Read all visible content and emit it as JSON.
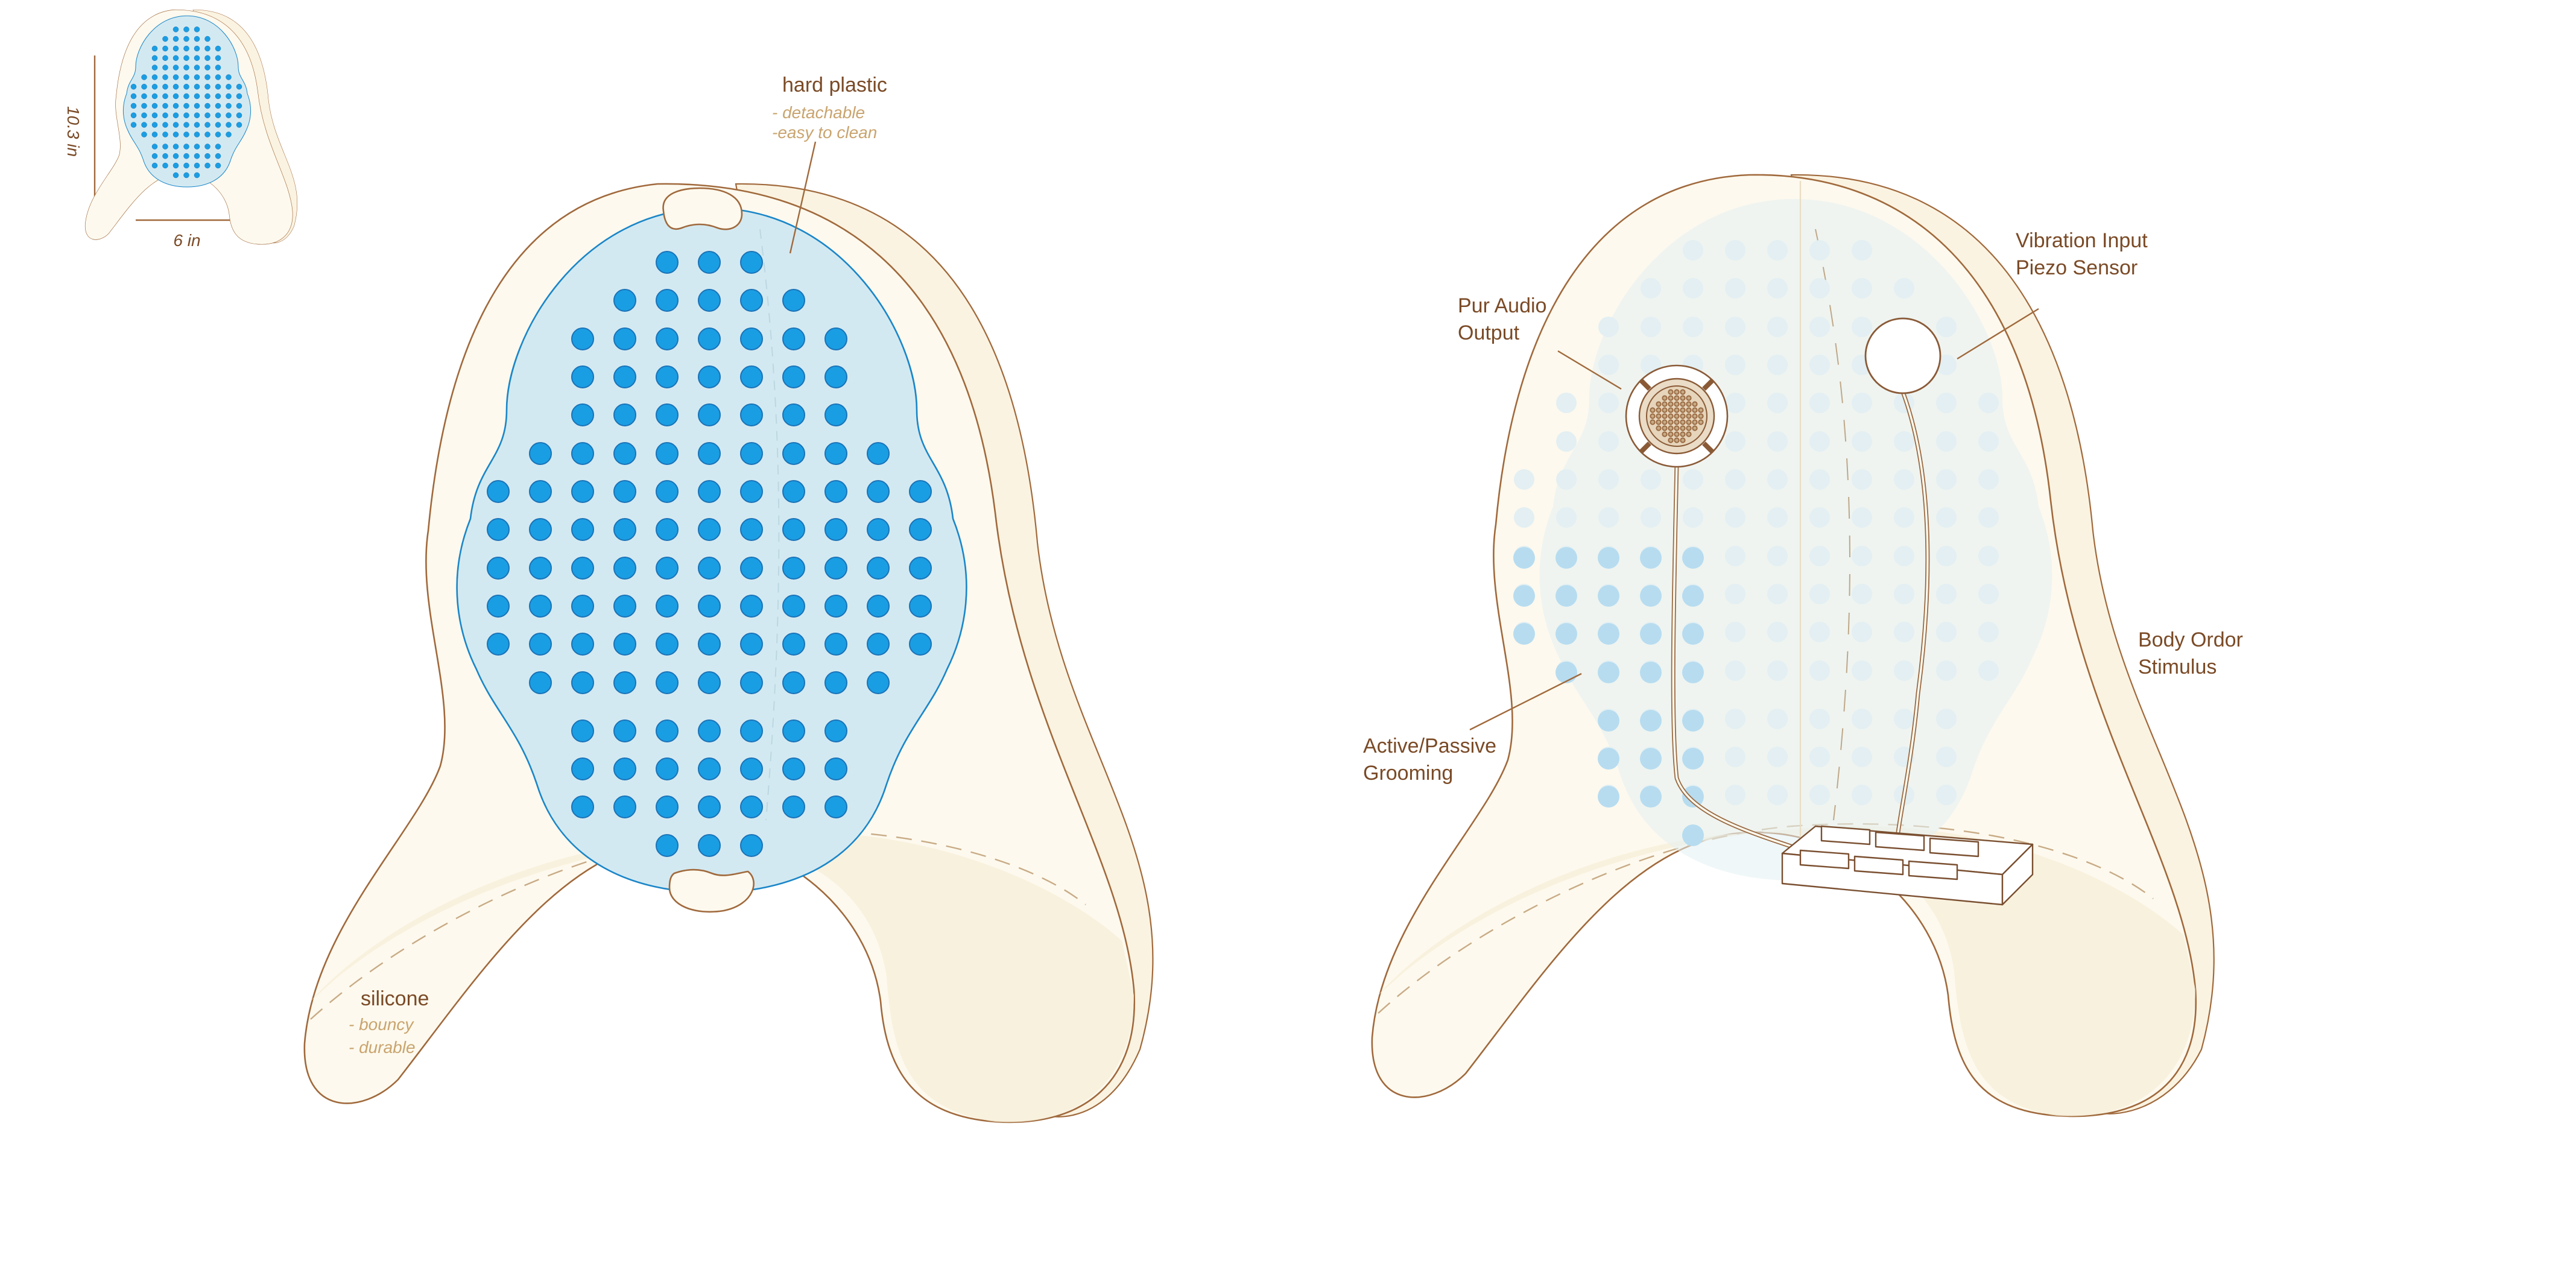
{
  "thumbnail": {
    "height_label": "10.3 in",
    "width_label": "6 in"
  },
  "left_view": {
    "hard_plastic": {
      "title": "hard plastic",
      "notes": [
        "- detachable",
        "-easy to clean"
      ]
    },
    "silicone": {
      "title": "silicone",
      "notes": [
        "- bouncy",
        "- durable"
      ]
    }
  },
  "right_view": {
    "labels": {
      "audio": [
        "Pur Audio",
        "Output"
      ],
      "vibration": [
        "Vibration Input",
        "Piezo Sensor"
      ],
      "body_odor": [
        "Body Ordor",
        "Stimulus"
      ],
      "grooming": [
        "Active/Passive",
        "Grooming"
      ]
    }
  },
  "colors": {
    "outline": "#a0693c",
    "shell_fill": "#fdf9ee",
    "pad_fill": "#d3e9f1",
    "dot_blue": "#1a9ee3",
    "dot_light": "#b7dcf0",
    "dot_faint": "#e3eff2",
    "label_text": "#7a4a26",
    "note_text": "#c9a46e"
  }
}
